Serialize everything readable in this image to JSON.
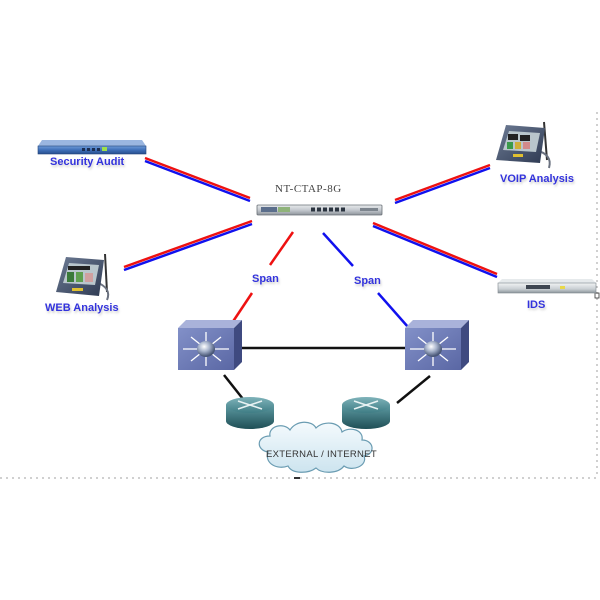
{
  "diagram": {
    "central_device": {
      "label": "NT-CTAP-8G"
    },
    "devices": [
      {
        "id": "security-audit",
        "label": "Security Audit",
        "kind": "rack-appliance"
      },
      {
        "id": "voip-analysis",
        "label": "VOIP Analysis",
        "kind": "handheld-analyzer"
      },
      {
        "id": "web-analysis",
        "label": "WEB Analysis",
        "kind": "handheld-analyzer"
      },
      {
        "id": "ids",
        "label": "IDS",
        "kind": "rack-appliance"
      }
    ],
    "span_links": [
      {
        "label": "Span",
        "side": "left",
        "color": "#ee1111"
      },
      {
        "label": "Span",
        "side": "right",
        "color": "#1111ee"
      }
    ],
    "switches": [
      "Layer 3 switch (left)",
      "Layer 3 switch (right)"
    ],
    "routers": [
      "Router (left)",
      "Router (right)"
    ],
    "cloud": {
      "label": "EXTERNAL / INTERNET"
    },
    "colors": {
      "link_red": "#ee1111",
      "link_blue": "#1111ee",
      "label_blue": "#3333dd",
      "switch_face": "#6b78b4",
      "router_body": "#2f6f78"
    }
  }
}
